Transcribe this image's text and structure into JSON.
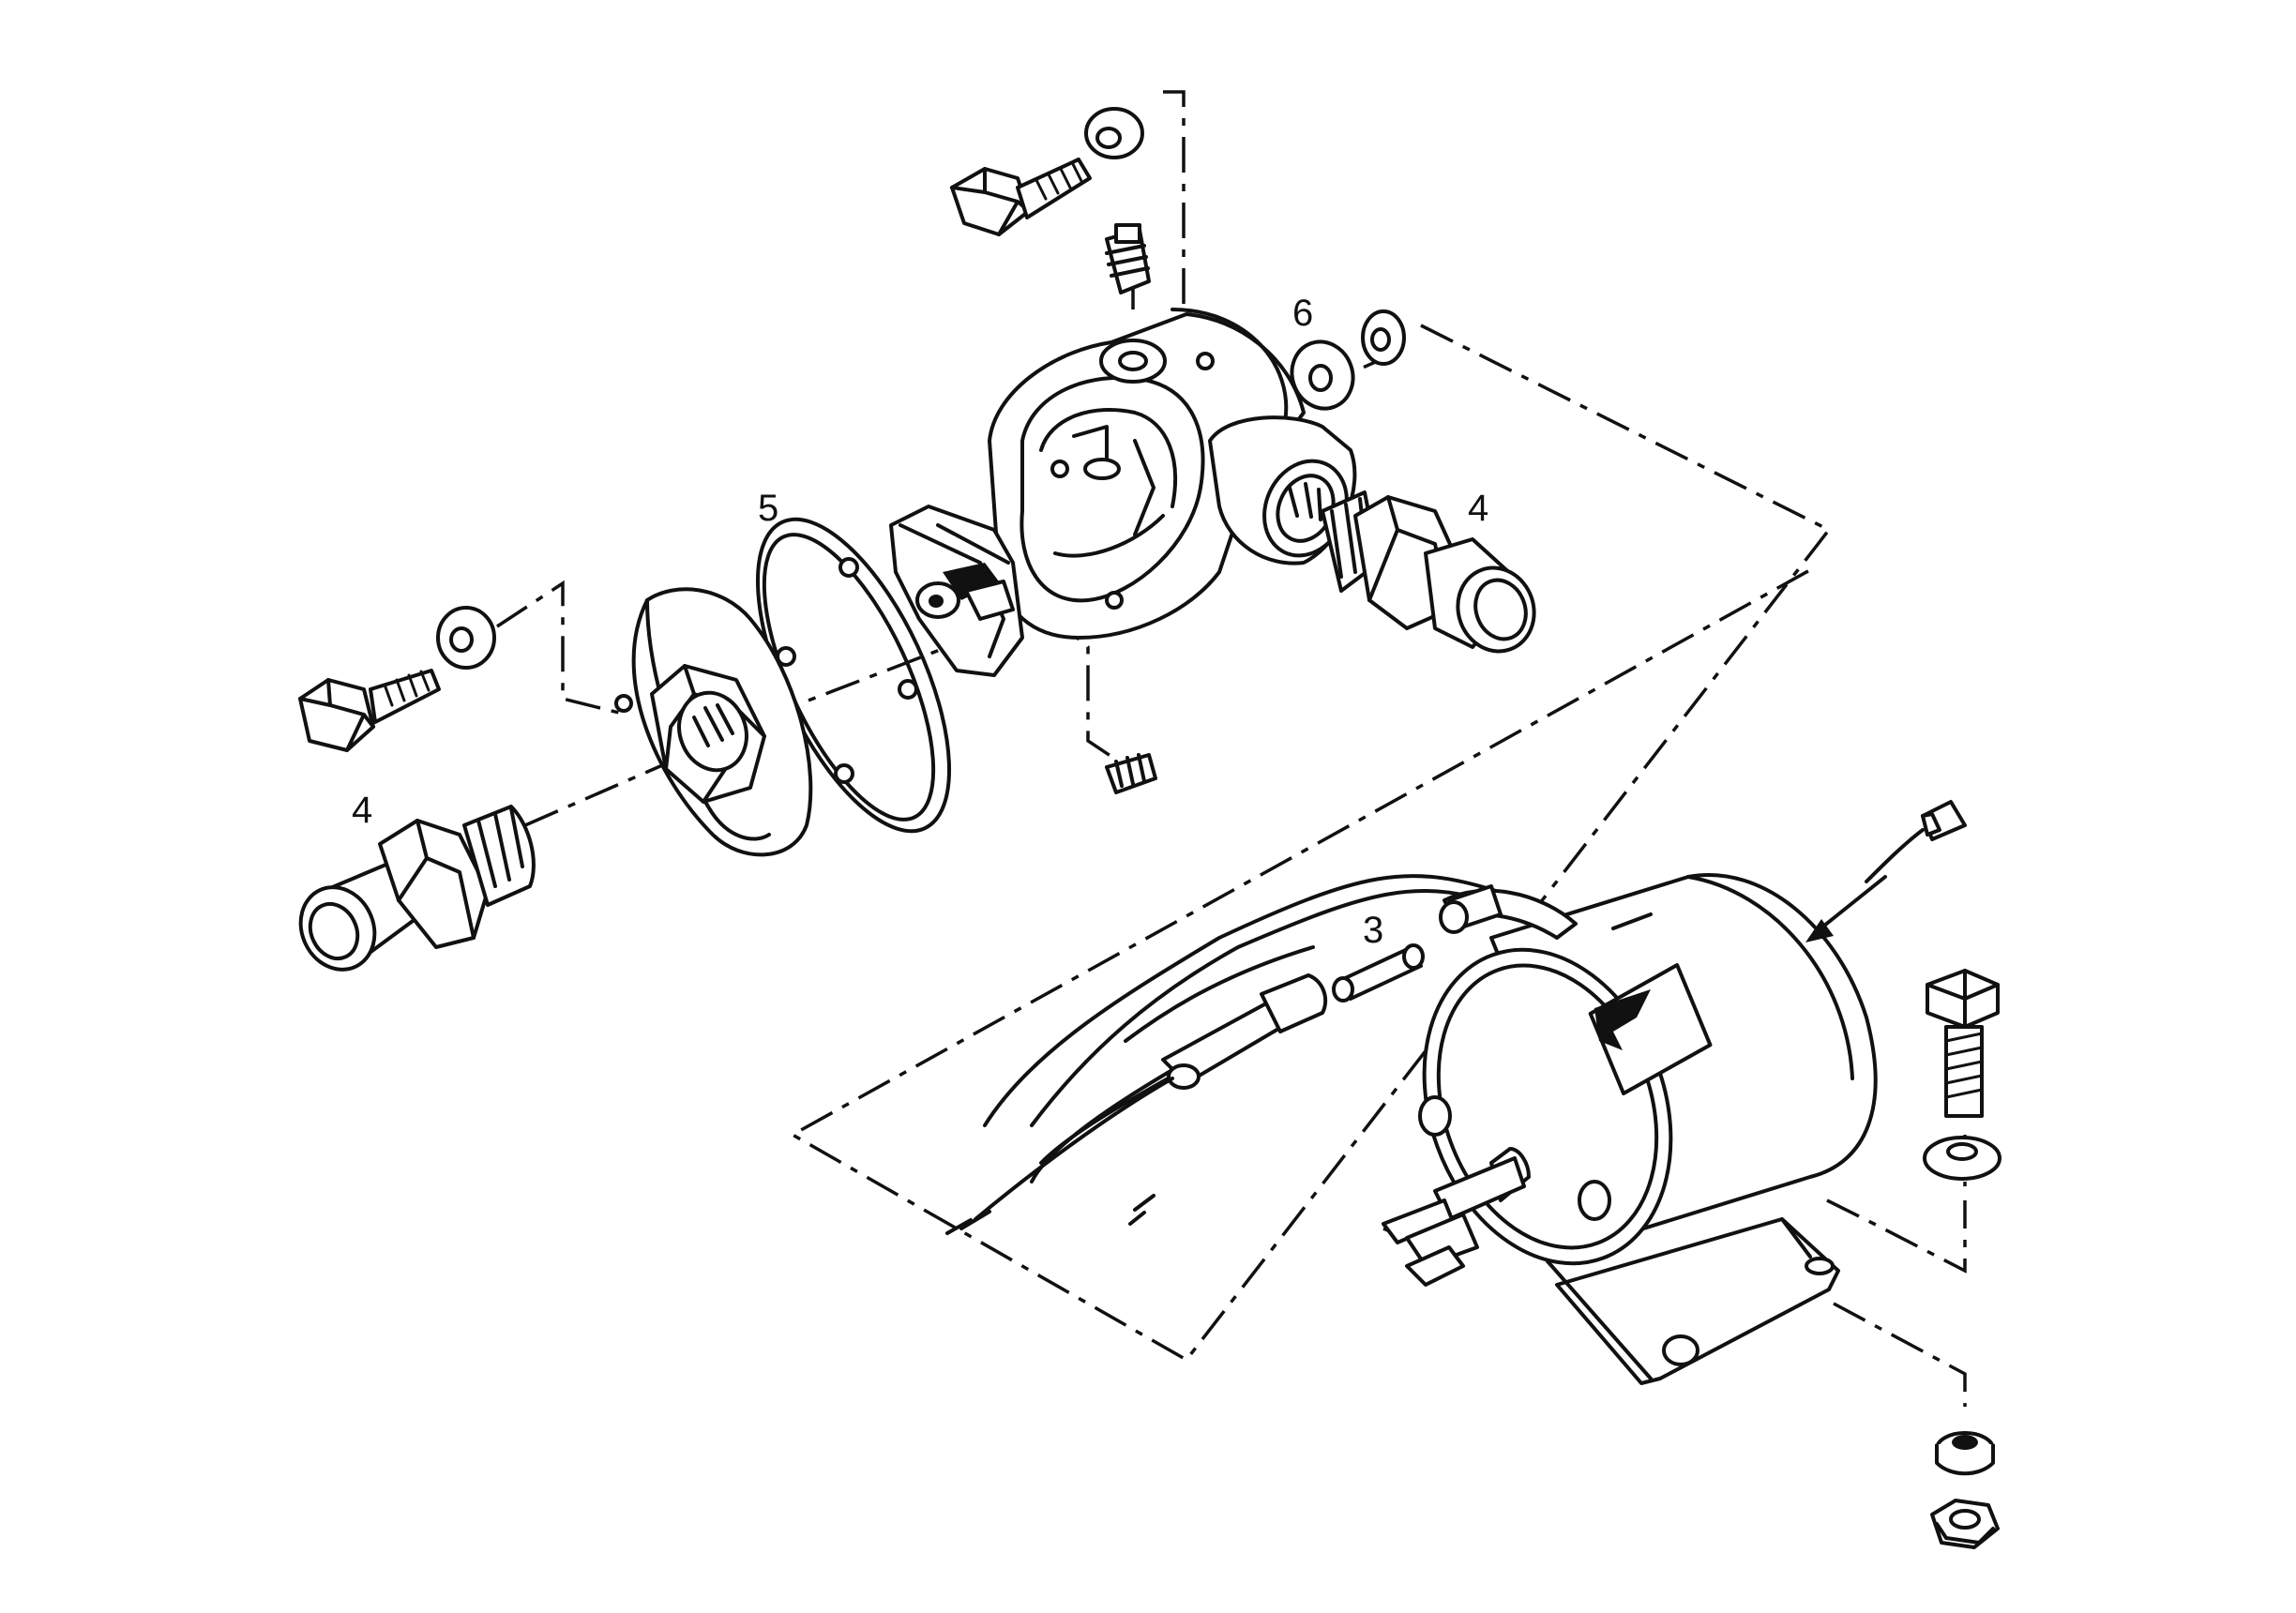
{
  "callouts": {
    "flange_gasket": "5",
    "outlet_washer": "6",
    "outlet_fitting": "4",
    "inlet_fitting": "4",
    "fuse": "3"
  }
}
